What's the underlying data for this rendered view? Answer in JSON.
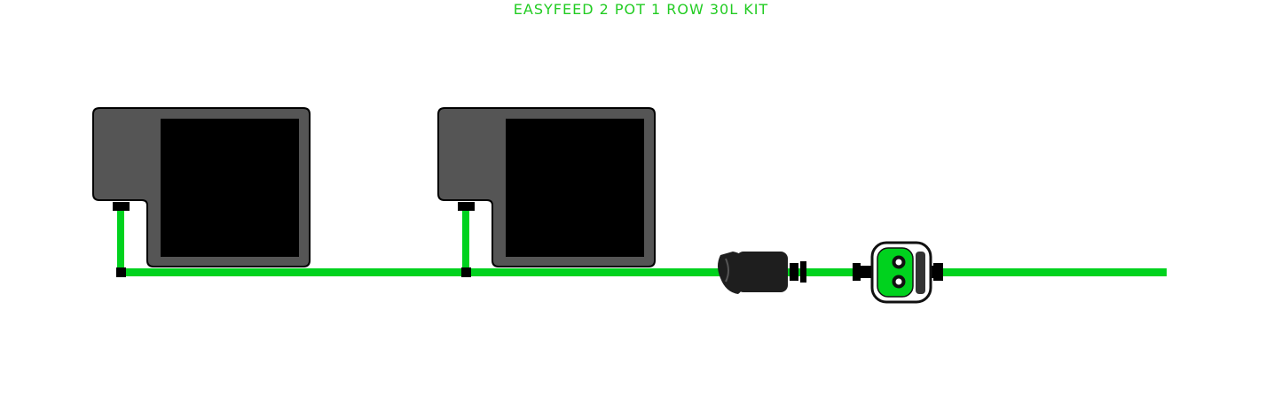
{
  "title": "EASYFEED 2 POT 1 ROW 30L KIT",
  "colors": {
    "accent": "#22cc22",
    "pipe": "#00d21e",
    "pot_tray": "#555555",
    "pot_body": "#000000",
    "outline": "#000000",
    "filter_body": "#1e1e1e"
  },
  "components": {
    "pots": [
      {
        "name": "pot-1"
      },
      {
        "name": "pot-2"
      }
    ],
    "pipe": {
      "name": "main-feed-pipe"
    },
    "filter": {
      "name": "inline-filter"
    },
    "valve": {
      "name": "ball-valve"
    }
  }
}
